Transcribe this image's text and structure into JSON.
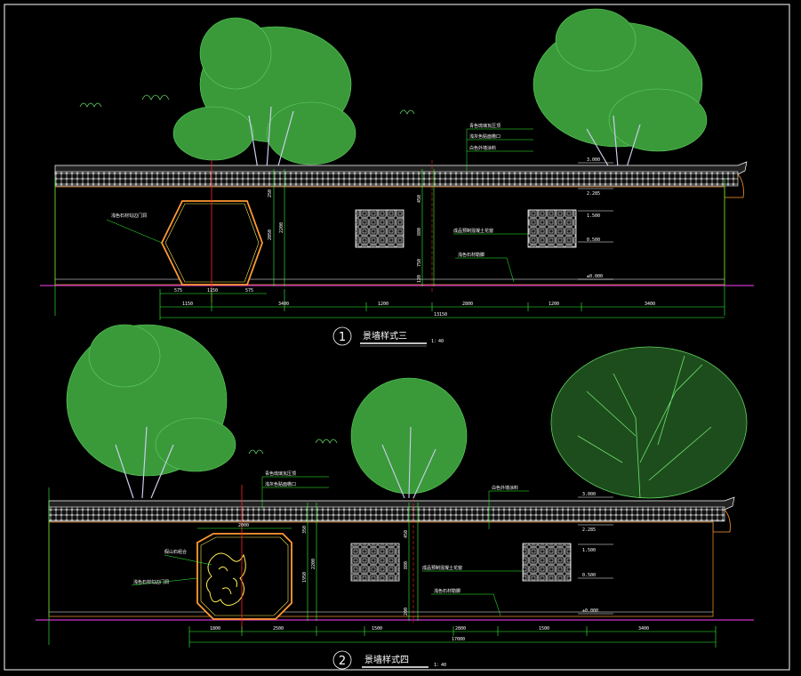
{
  "drawing1": {
    "number": "1",
    "title": "景墙样式三",
    "scale": "1：40",
    "notes": {
      "coping": "青色琉璃瓦压顶",
      "cornice": "浅灰色贴面檐口",
      "wall": "白色外墙涂料",
      "door": "浅色石材勾边门洞",
      "window": "成品预制混凝土花窗",
      "base": "浅色石材勒脚"
    },
    "levels": [
      "3.000",
      "2.285",
      "1.500",
      "0.500",
      "±0.000"
    ],
    "bottom_dims": [
      "1150",
      "3400",
      "1200",
      "2800",
      "1200",
      "3400"
    ],
    "total": "13150",
    "door_dims": [
      "575",
      "1150",
      "575"
    ],
    "vert_dims": [
      "250",
      "2050",
      "2200",
      "450",
      "880",
      "750",
      "120"
    ]
  },
  "drawing2": {
    "number": "2",
    "title": "景墙样式四",
    "scale": "1：40",
    "notes": {
      "coping": "青色琉璃瓦压顶",
      "cornice": "浅灰色贴面檐口",
      "wall": "白色外墙涂料",
      "door": "浅色石材勾边门洞",
      "rock": "假山石组合",
      "window": "成品预制混凝土花窗",
      "base": "浅色石材勒脚"
    },
    "levels": [
      "3.000",
      "2.285",
      "1.500",
      "0.500",
      "±0.000"
    ],
    "bottom_dims": [
      "1800",
      "2500",
      "1500",
      "2800",
      "1500",
      "3400"
    ],
    "total": "17000",
    "door_dims": [
      "2000"
    ],
    "vert_dims": [
      "350",
      "1950",
      "2200",
      "450",
      "880",
      "200"
    ]
  },
  "colors": {
    "background": "#000000",
    "tree": "#3a9a3a",
    "tree_bright": "#5fd35f",
    "linework": "#ffffff",
    "dimension": "#33ff33",
    "ground": "#cc33cc",
    "door_frame": "#ff9933",
    "axis": "#ff2222"
  }
}
